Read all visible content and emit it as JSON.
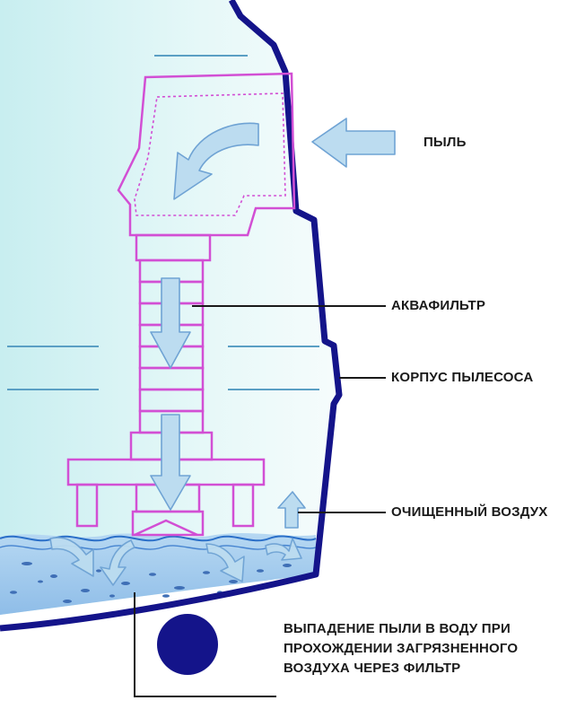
{
  "labels": {
    "dust": "ПЫЛЬ",
    "aquafilter": "АКВАФИЛЬТР",
    "housing": "КОРПУС ПЫЛЕСОСА",
    "clean_air": "ОЧИЩЕННЫЙ ВОЗДУХ",
    "sediment": {
      "line1": "ВЫПАДЕНИЕ ПЫЛИ В ВОДУ ПРИ",
      "line2": "ПРОХОЖДЕНИИ ЗАГРЯЗНЕННОГО",
      "line3": "ВОЗДУХА ЧЕРЕЗ ФИЛЬТР"
    }
  },
  "colors": {
    "housing_outline": "#14148a",
    "filter_outline": "#d24fd4",
    "arrow_fill": "#bcdcf0",
    "arrow_stroke": "#6fa3d4",
    "water": "#9ec8ec",
    "water_waves": "#2a6fc8",
    "leader_line": "#1a1a1a",
    "background_inner": "#dff4f6"
  }
}
